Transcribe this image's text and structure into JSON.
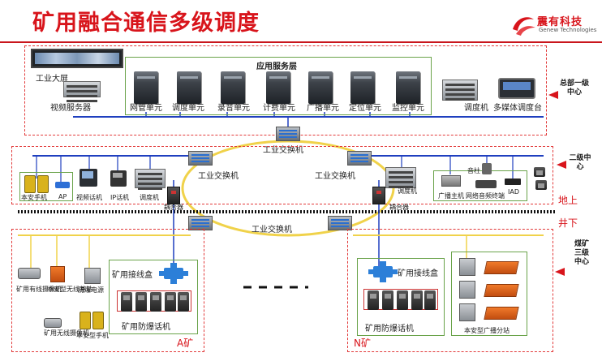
{
  "title": "矿用融合通信多级调度",
  "logo": {
    "name_cn": "震有科技",
    "name_en": "Genew Technologies",
    "brand_color": "#d8141b"
  },
  "tiers": {
    "tier1": "总部一级中心",
    "tier2": "二级中心",
    "tier3": "煤矿三级中心"
  },
  "zones": {
    "above_ground": "地上",
    "underground": "井下"
  },
  "top_area": {
    "big_screen": "工业大屏",
    "video_server": "视频服务器",
    "service_layer": "应用服务层",
    "units": [
      "网管单元",
      "调度单元",
      "录音单元",
      "计费单元",
      "广播单元",
      "定位单元",
      "监控单元"
    ],
    "dispatcher": "调度机",
    "multimedia": "多媒体调度台"
  },
  "switches": {
    "industrial": "工业交换机"
  },
  "second_area": {
    "left_devices": [
      "本安手机",
      "AP",
      "视频话机",
      "IP话机",
      "调度机"
    ],
    "coupler": "耦合器",
    "right_devices": [
      "调度机",
      "广播主机",
      "网络音频终端",
      "音柱",
      "IAD"
    ]
  },
  "mine_a": {
    "label": "A矿",
    "camera": "矿用有线摄像机",
    "base": "本安型无线基站",
    "power": "防爆电源",
    "wireless_cam": "矿用无线摄像机",
    "handset": "本安型手机",
    "junction": "矿用接线盒",
    "explosion_phone": "矿用防爆话机"
  },
  "mine_n": {
    "label": "N矿",
    "junction": "矿用接线盒",
    "explosion_phone": "矿用防爆话机",
    "broadcast": "本安型广播分站"
  },
  "colors": {
    "accent_red": "#d8141b",
    "bus_blue": "#1f3fbf",
    "ring_yellow": "#f0d24a",
    "frame_green": "#6aa34a"
  }
}
